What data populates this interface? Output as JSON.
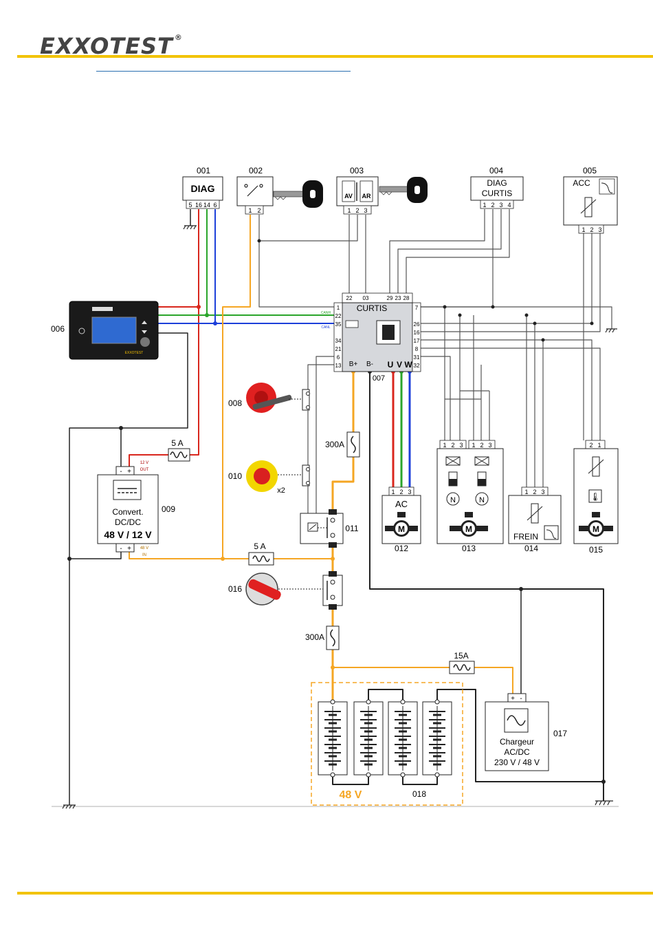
{
  "header": {
    "logo_text": "EXXOTEST",
    "logo_mark": "®",
    "accent_color": "#f2c300"
  },
  "components": {
    "c001": {
      "id": "001",
      "label": "DIAG",
      "pins": [
        "5",
        "16",
        "14",
        "6"
      ]
    },
    "c002": {
      "id": "002",
      "pins": [
        "1",
        "2"
      ]
    },
    "c003": {
      "id": "003",
      "av": "AV",
      "ar": "AR",
      "pins": [
        "1",
        "2",
        "3"
      ]
    },
    "c004": {
      "id": "004",
      "label1": "DIAG",
      "label2": "CURTIS",
      "pins": [
        "1",
        "2",
        "3",
        "4"
      ]
    },
    "c005": {
      "id": "005",
      "label": "ACC",
      "pins": [
        "1",
        "2",
        "3"
      ]
    },
    "c006": {
      "id": "006",
      "brand": "EXXOTEST"
    },
    "c007": {
      "id": "007",
      "label": "CURTIS",
      "top_pins": [
        "22",
        "03",
        "29",
        "23",
        "28"
      ],
      "left_pins": [
        "1",
        "22",
        "35",
        "34",
        "21",
        "6",
        "13"
      ],
      "right_pins": [
        "7",
        "26",
        "16",
        "17",
        "8",
        "31",
        "32"
      ],
      "bplus": "B+",
      "bminus": "B-",
      "u": "U",
      "v": "V",
      "w": "W",
      "canh": "CANH",
      "canl": "CANL"
    },
    "c008": {
      "id": "008"
    },
    "c009": {
      "id": "009",
      "label1": "Convert.",
      "label2": "DC/DC",
      "label3": "48 V / 12 V",
      "out_label1": "12 V",
      "out_label2": "OUT",
      "in_label1": "48 V",
      "in_label2": "IN"
    },
    "c010": {
      "id": "010",
      "mult": "x2"
    },
    "c011": {
      "id": "011"
    },
    "c012": {
      "id": "012",
      "label": "AC",
      "pins": [
        "1",
        "2",
        "3"
      ]
    },
    "c013": {
      "id": "013",
      "pins": [
        "1",
        "2",
        "3",
        "1",
        "2",
        "3"
      ]
    },
    "c014": {
      "id": "014",
      "label": "FREIN",
      "pins": [
        "1",
        "2",
        "3"
      ]
    },
    "c015": {
      "id": "015",
      "pins": [
        "2",
        "1"
      ]
    },
    "c016": {
      "id": "016"
    },
    "c017": {
      "id": "017",
      "label1": "Chargeur",
      "label2": "AC/DC",
      "label3": "230 V / 48 V"
    },
    "c018": {
      "id": "018",
      "voltage": "48 V"
    }
  },
  "fuses": {
    "f1": "5 A",
    "f2": "5 A",
    "f3": "300A",
    "f4": "300A",
    "f5": "15A"
  },
  "motor_letter": "M",
  "neutral_letter": "N",
  "colors": {
    "wire_power": "#f5a623",
    "wire_red": "#d9261c",
    "wire_green": "#2aa52a",
    "wire_blue": "#1c3fd9",
    "wire_black": "#222222",
    "wire_gray": "#555555"
  }
}
